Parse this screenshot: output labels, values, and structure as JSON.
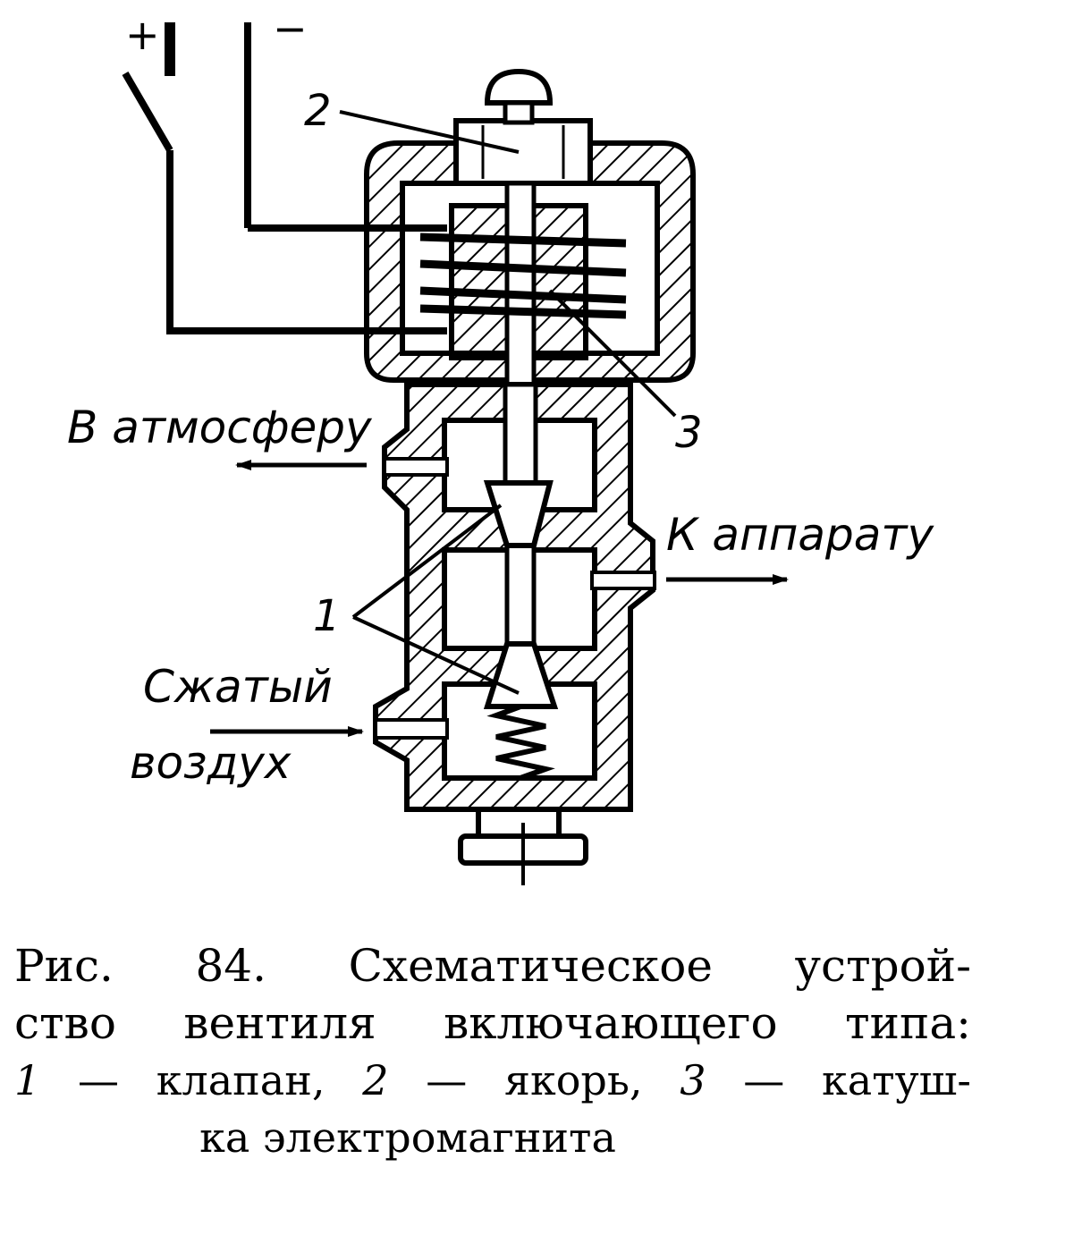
{
  "diagram": {
    "terminal_plus": "+",
    "terminal_minus": "−",
    "label_1": "1",
    "label_2": "2",
    "label_3": "3",
    "label_atmosphere": "В атмосферу",
    "label_to_apparatus": "К аппарату",
    "label_air_line1": "Сжатый",
    "label_air_line2": "воздух"
  },
  "caption": {
    "line1": "Рис. 84. Схематическое устрой-",
    "line2": "ство вентиля включающего типа:",
    "item1_num": "1",
    "item1_text": " — клапан, ",
    "item2_num": "2",
    "item2_text": " — якорь, ",
    "item3_num": "3",
    "item3_text": " — катуш-",
    "line4": "ка электромагнита"
  }
}
